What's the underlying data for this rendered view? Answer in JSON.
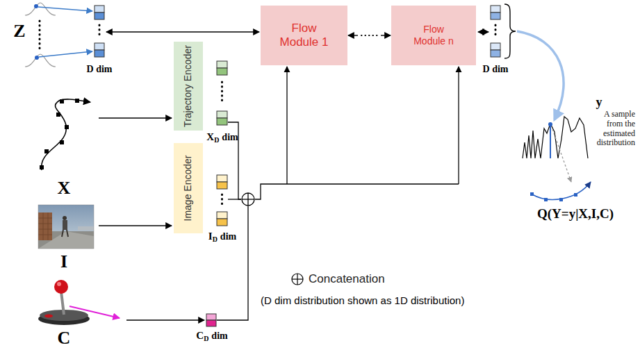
{
  "diagram": {
    "nodes": [
      {
        "text": [
          "Flow Module 1"
        ]
      },
      {
        "text": [
          "Flow Module n"
        ]
      },
      {
        "text": [
          "Trajectory Encoder"
        ]
      },
      {
        "text": [
          "Image Encoder"
        ]
      }
    ],
    "edges": [
      {
        "from": 0,
        "to": 1,
        "arrow": "both"
      }
    ],
    "labels": [
      "Z",
      "D dim",
      "D dim",
      "y",
      "A sample from the estimated distribution",
      "X",
      "X",
      "D",
      "dim",
      "I",
      "I",
      "D",
      "dim",
      "C",
      "C",
      "D",
      "dim",
      "Q(Y=y|X,I,C)",
      "(D dim distribution shown as 1D distribution)"
    ],
    "legend": [
      {
        "text": "Concatenation"
      }
    ]
  }
}
